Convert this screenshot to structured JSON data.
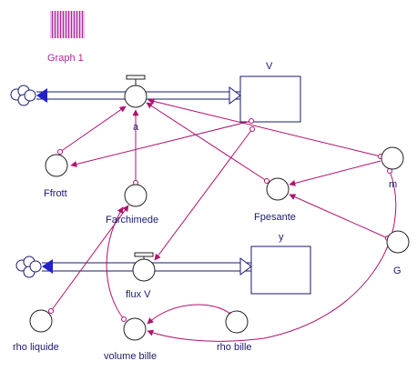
{
  "palette": {
    "link": "#b0126e",
    "text": "#1a1a6e",
    "graph": "#b0289c",
    "flow_fill": "#2222cc"
  },
  "graph": {
    "label": "Graph 1",
    "icon": "graph-pad-icon"
  },
  "stocks": {
    "V": "V",
    "y": "y"
  },
  "flows": {
    "a": "a",
    "flux_V": "flux V"
  },
  "converters": {
    "Ffrott": "Ffrott",
    "Farchimede": "Farchimede",
    "Fpesante": "Fpesante",
    "m": "m",
    "G": "G",
    "rho_liquide": "rho liquide",
    "volume_bille": "volume bille",
    "rho_bille": "rho bille"
  }
}
